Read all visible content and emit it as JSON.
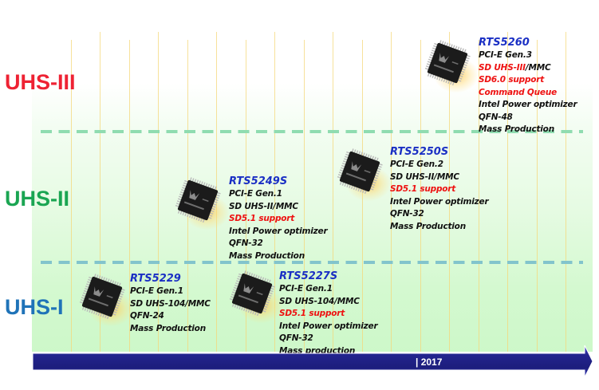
{
  "tiers": [
    {
      "label": "UHS-III",
      "color": "#ee2233"
    },
    {
      "label": "UHS-II",
      "color": "#1aa552"
    },
    {
      "label": "UHS-I",
      "color": "#1f73b8"
    }
  ],
  "dividers": {
    "upper_color": "#8fdcb0",
    "lower_color": "#82c4cc"
  },
  "products": [
    {
      "model": "RTS5260",
      "lines": [
        {
          "text": "PCI-E Gen.3",
          "highlight": false
        },
        {
          "text": "SD UHS-III",
          "suffix": "/MMC",
          "highlight": true
        },
        {
          "text": "SD6.0 support",
          "highlight": true
        },
        {
          "text": "Command Queue",
          "highlight": true
        },
        {
          "text": "Intel Power optimizer",
          "highlight": false
        },
        {
          "text": "QFN-48",
          "highlight": false
        },
        {
          "text": "Mass Production",
          "highlight": false
        }
      ]
    },
    {
      "model": "RTS5250S",
      "lines": [
        {
          "text": "PCI-E Gen.2",
          "highlight": false
        },
        {
          "text": "SD UHS-II/MMC",
          "highlight": false
        },
        {
          "text": "SD5.1 support",
          "highlight": true
        },
        {
          "text": "Intel Power optimizer",
          "highlight": false
        },
        {
          "text": "QFN-32",
          "highlight": false
        },
        {
          "text": "Mass Production",
          "highlight": false
        }
      ]
    },
    {
      "model": "RTS5249S",
      "lines": [
        {
          "text": "PCI-E Gen.1",
          "highlight": false
        },
        {
          "text": "SD UHS-II/MMC",
          "highlight": false
        },
        {
          "text": "SD5.1 support",
          "highlight": true
        },
        {
          "text": "Intel Power optimizer",
          "highlight": false
        },
        {
          "text": "QFN-32",
          "highlight": false
        },
        {
          "text": "Mass Production",
          "highlight": false
        }
      ]
    },
    {
      "model": "RTS5229",
      "lines": [
        {
          "text": "PCI-E Gen.1",
          "highlight": false
        },
        {
          "text": "SD UHS-104/MMC",
          "highlight": false
        },
        {
          "text": "QFN-24",
          "highlight": false
        },
        {
          "text": "Mass Production",
          "highlight": false
        }
      ]
    },
    {
      "model": "RTS5227S",
      "lines": [
        {
          "text": "PCI-E Gen.1",
          "highlight": false
        },
        {
          "text": "SD UHS-104/MMC",
          "highlight": false
        },
        {
          "text": "SD5.1 support",
          "highlight": true
        },
        {
          "text": "Intel Power optimizer",
          "highlight": false
        },
        {
          "text": "QFN-32",
          "highlight": false
        },
        {
          "text": "Mass production",
          "highlight": false
        }
      ]
    }
  ],
  "timeline": {
    "marker": "| 2017",
    "color": "#1e1f8a"
  },
  "chip_icon": "qfn-chip-icon"
}
